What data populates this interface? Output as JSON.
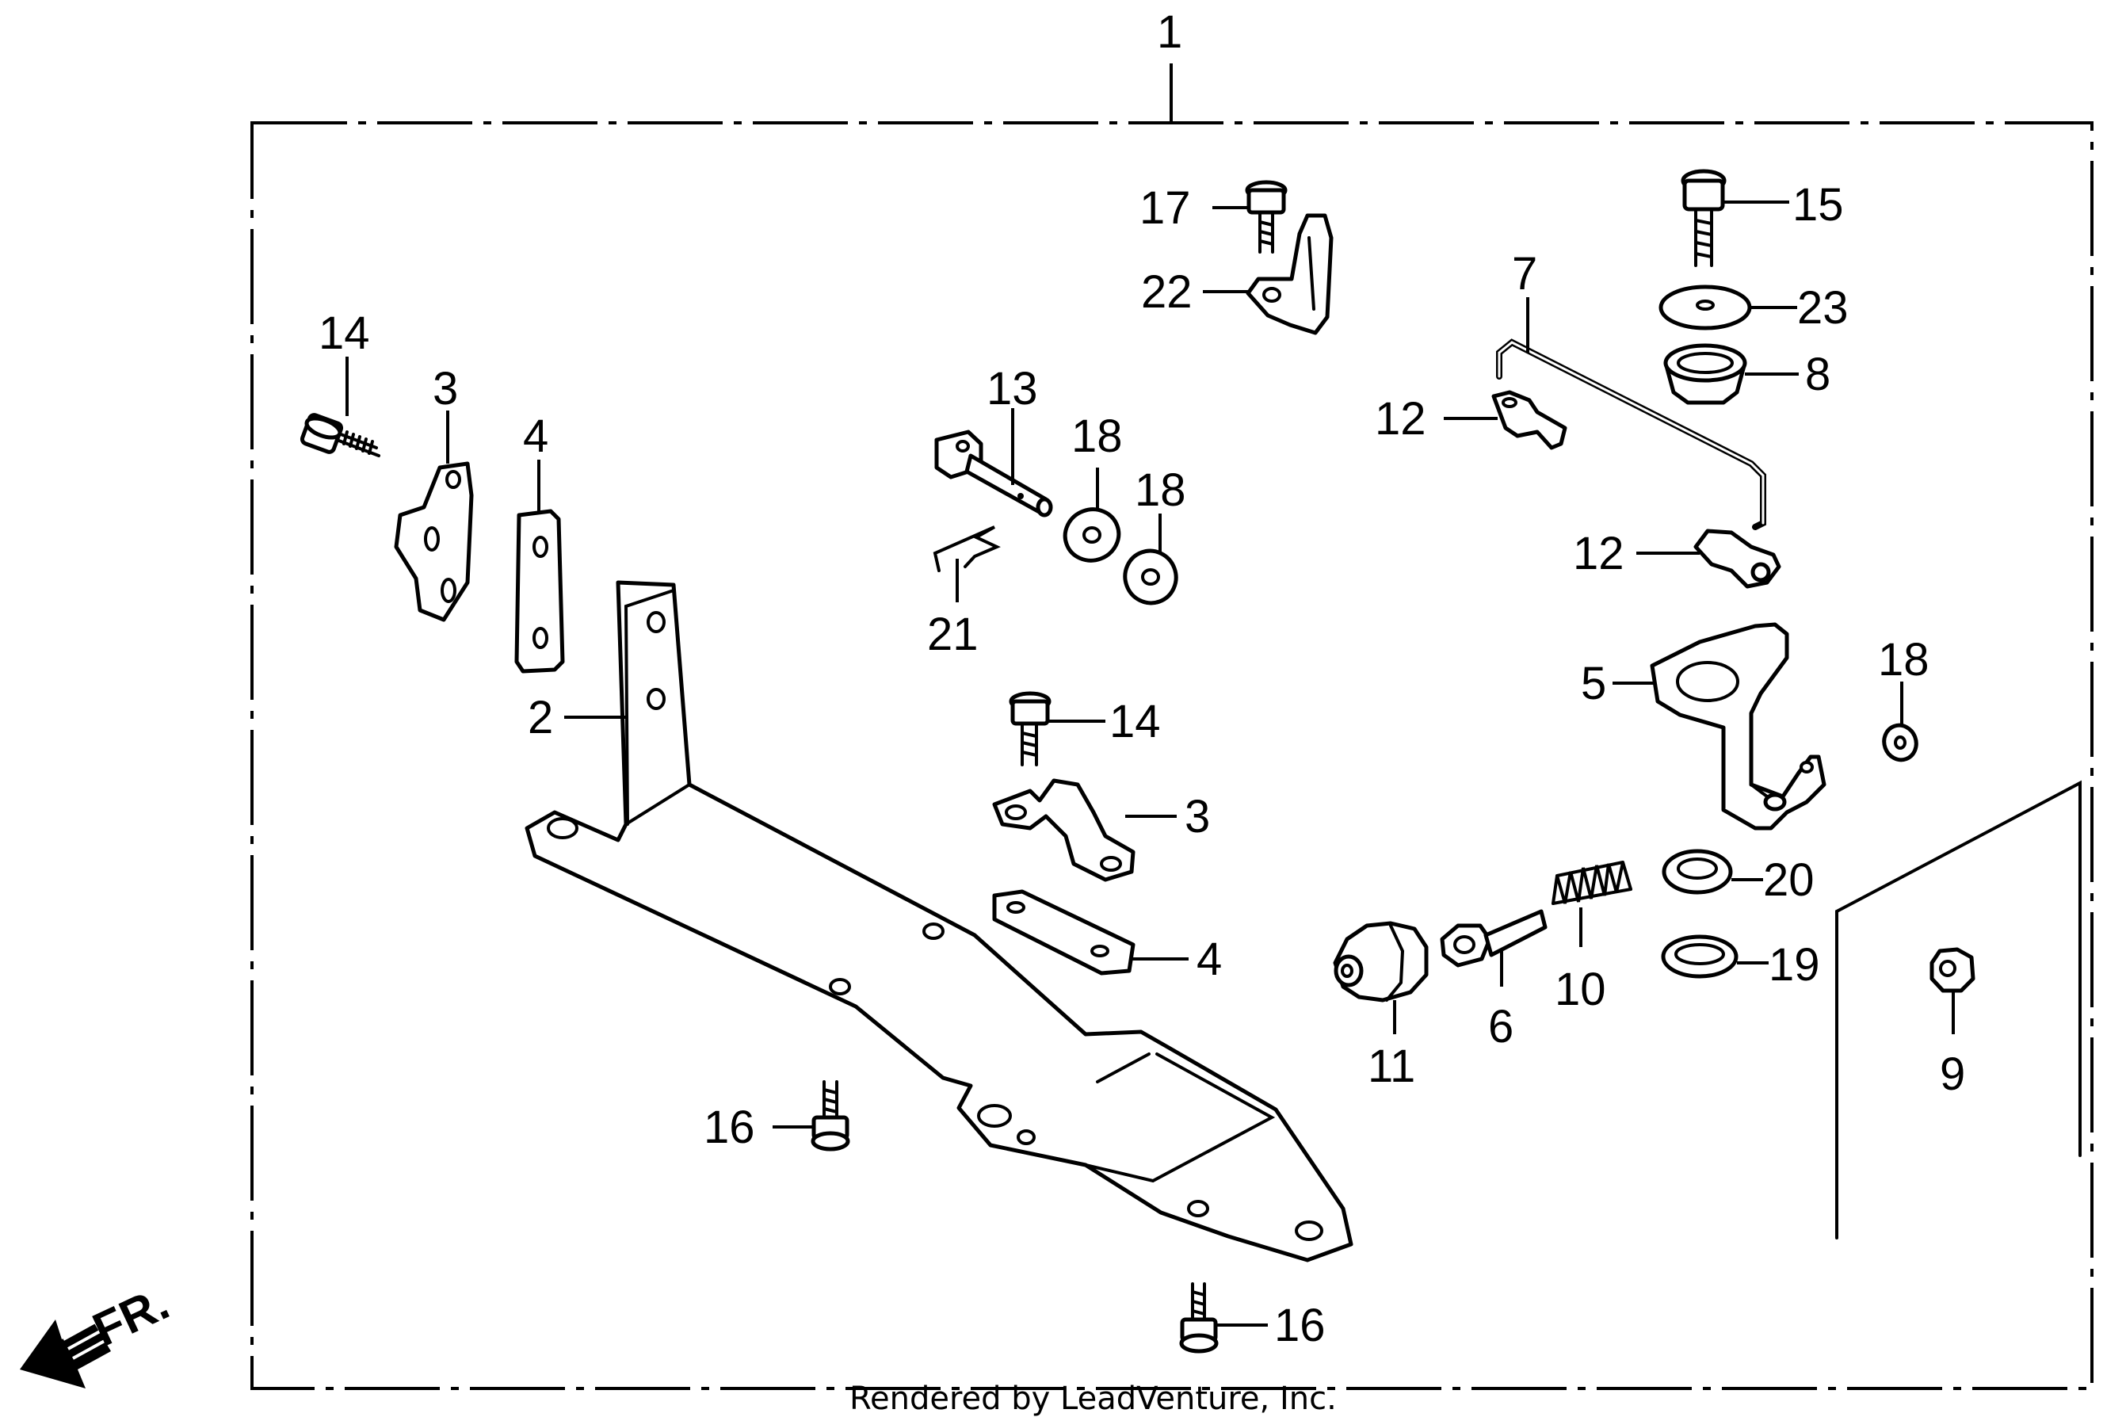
{
  "callouts": {
    "c1": "1",
    "c2": "2",
    "c3a": "3",
    "c3b": "3",
    "c4a": "4",
    "c4b": "4",
    "c5": "5",
    "c6": "6",
    "c7": "7",
    "c8": "8",
    "c9": "9",
    "c10": "10",
    "c11": "11",
    "c12a": "12",
    "c12b": "12",
    "c13": "13",
    "c14a": "14",
    "c14b": "14",
    "c15": "15",
    "c16a": "16",
    "c16b": "16",
    "c17": "17",
    "c18a": "18",
    "c18b": "18",
    "c18c": "18",
    "c19": "19",
    "c20": "20",
    "c21": "21",
    "c22": "22",
    "c23": "23"
  },
  "direction_label": "FR.",
  "credit": "Rendered by LeadVenture, Inc."
}
